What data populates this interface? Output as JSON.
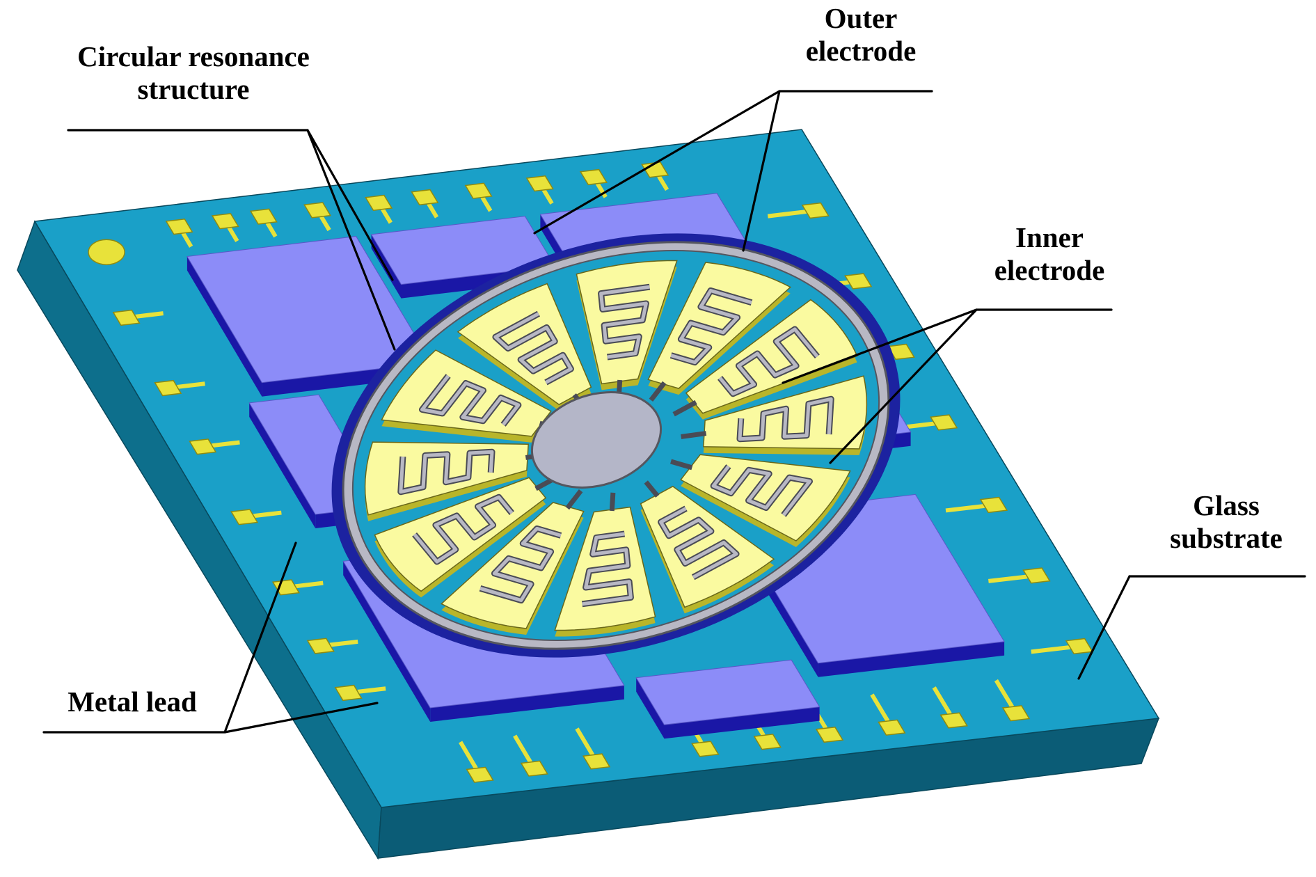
{
  "labels": {
    "circular_resonance_structure": [
      "Circular resonance",
      "structure"
    ],
    "outer_electrode": [
      "Outer",
      "electrode"
    ],
    "inner_electrode": [
      "Inner",
      "electrode"
    ],
    "glass_substrate": [
      "Glass",
      "substrate"
    ],
    "metal_lead": [
      "Metal lead"
    ]
  },
  "colors": {
    "substrate_top": "#1aa0c8",
    "substrate_side": "#0d6f8c",
    "substrate_front": "#0b5c76",
    "electrode_top": "#8c8cf8",
    "electrode_side": "#1a17a6",
    "metal_pad": "#e8e23a",
    "metal_pad_edge": "#8f8a10",
    "sector_fill": "#fafaa0",
    "sector_side": "#b9b52a",
    "ring": "#b8b8c4",
    "hub": "#b4b6c8"
  }
}
